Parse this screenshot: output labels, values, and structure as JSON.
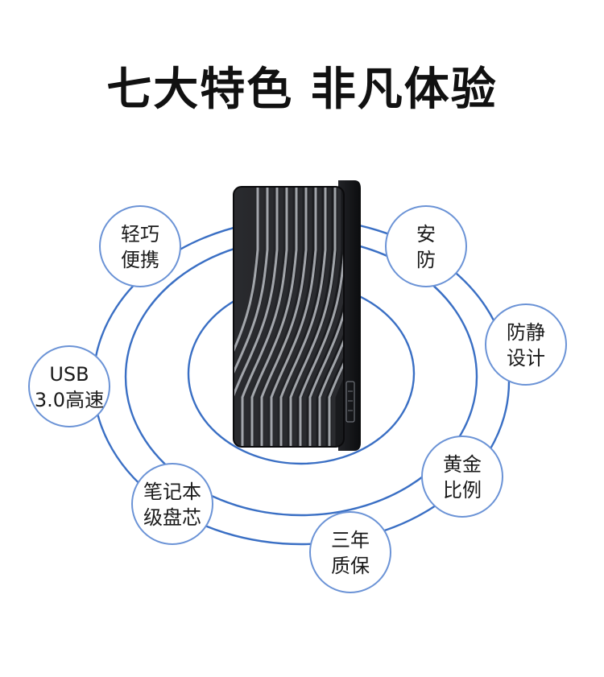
{
  "title": "七大特色 非凡体验",
  "colors": {
    "ring": "#3a6fc4",
    "bubble_border": "#6b93d6",
    "bubble_fill": "#ffffff",
    "device_body": "#1c1d20",
    "device_side": "#0e0f11",
    "wave_light": "#b9bcc2",
    "wave_dark": "#2a2b2f"
  },
  "features": [
    {
      "id": "portable",
      "lines": [
        "轻巧",
        "便携"
      ]
    },
    {
      "id": "safe",
      "lines": [
        "安",
        "防"
      ]
    },
    {
      "id": "antistatic",
      "lines": [
        "防静",
        "设计"
      ]
    },
    {
      "id": "golden-ratio",
      "lines": [
        "黄金",
        "比例"
      ]
    },
    {
      "id": "warranty",
      "lines": [
        "三年",
        "质保"
      ]
    },
    {
      "id": "laptop-disk",
      "lines": [
        "笔记本",
        "级盘芯"
      ]
    },
    {
      "id": "usb",
      "lines": [
        "USB",
        "3.0高速"
      ]
    }
  ]
}
